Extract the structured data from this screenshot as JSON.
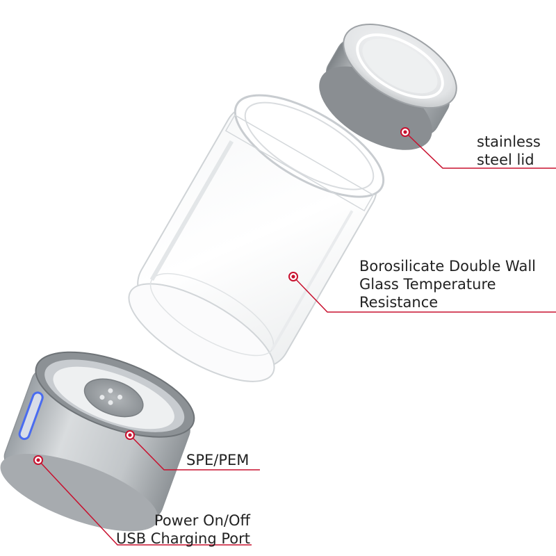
{
  "callouts": {
    "lid": {
      "line1": "stainless",
      "line2": "steel lid"
    },
    "glass": {
      "line1": "Borosilicate Double Wall",
      "line2": "Glass Temperature",
      "line3": "Resistance"
    },
    "membrane": {
      "line1": "SPE/PEM"
    },
    "power": {
      "line1": "Power On/Off",
      "line2": "USB Charging Port"
    }
  },
  "colors": {
    "accent": "#c8102e",
    "steel": "#b8bcc0",
    "indicator": "#4a6cf0"
  }
}
